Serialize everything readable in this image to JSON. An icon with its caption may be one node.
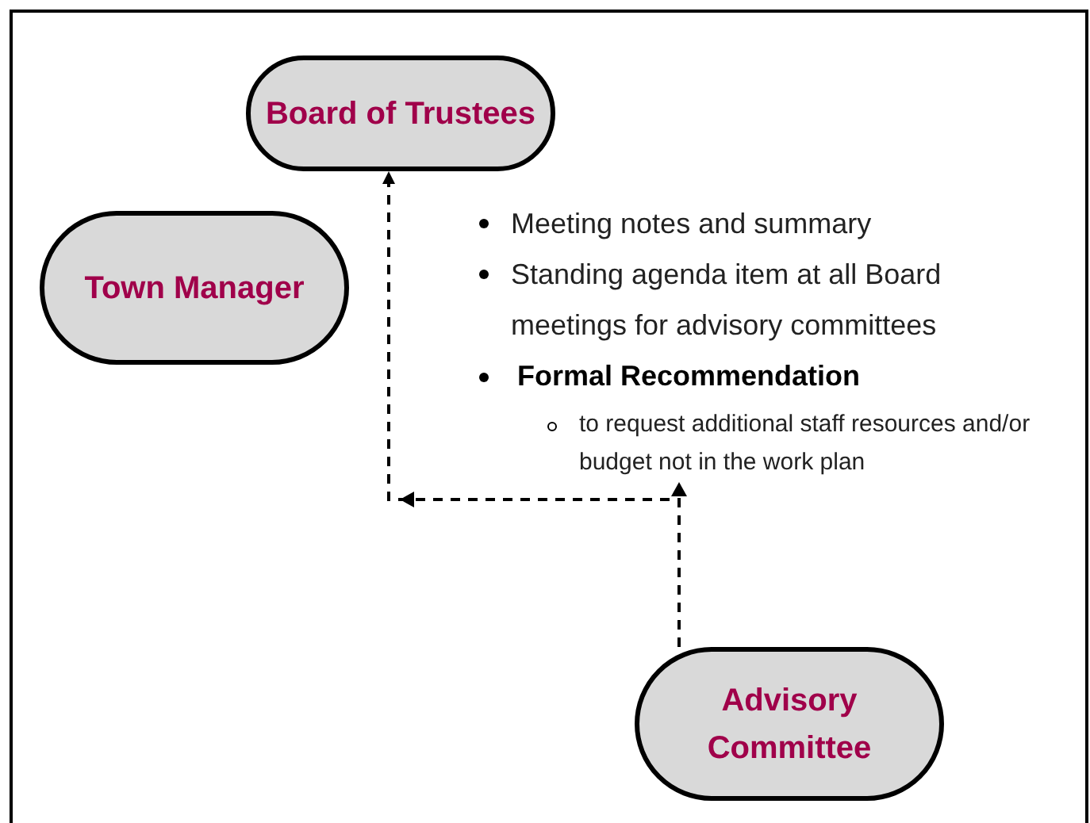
{
  "diagram": {
    "nodes": [
      {
        "text": [
          "Board of Trustees"
        ]
      },
      {
        "text": [
          "Town Manager"
        ]
      },
      {
        "text": [
          "Advisory Committee"
        ]
      }
    ],
    "edges": [
      {
        "from": 2,
        "to": 0,
        "arrow": "to",
        "style": "dashed"
      }
    ],
    "labels": [
      "Meeting notes and summary",
      "Standing agenda item at all Board meetings for advisory committees",
      "Formal Recommendation",
      "to request additional staff resources and/or budget not in the work plan"
    ]
  }
}
